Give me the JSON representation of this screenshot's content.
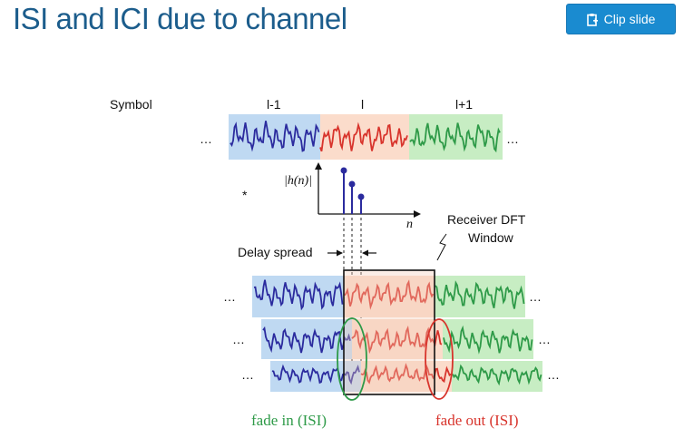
{
  "header": {
    "title": "ISI and ICI due to channel",
    "clip_label": "Clip slide"
  },
  "figure": {
    "symbol_label": "Symbol",
    "symbols": [
      "l-1",
      "l",
      "l+1"
    ],
    "ellipsis": "…",
    "convolution": "*",
    "h_label": "|h(n)|",
    "n_label": "n",
    "delay_label": "Delay spread",
    "window_label_line1": "Receiver DFT",
    "window_label_line2": "Window",
    "fade_in_label": "fade in (ISI)",
    "fade_out_label": "fade out (ISI)"
  },
  "colors": {
    "blue_fill": "#bfd9f2",
    "blue_wave": "#2b2b9e",
    "orange_fill": "#fbdccb",
    "red_wave": "#d8342c",
    "green_fill": "#c7edc3",
    "green_wave": "#2e9a48",
    "title": "#1c5d8c",
    "button": "#1a8bd0"
  }
}
